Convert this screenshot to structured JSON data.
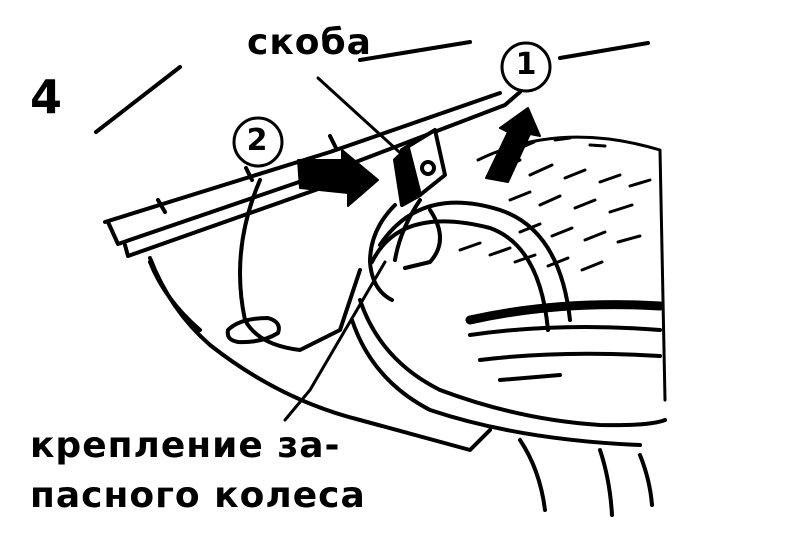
{
  "figure": {
    "number": "4",
    "labels": {
      "clip": "скоба",
      "spare_wheel_mount_line1": "крепление за-",
      "spare_wheel_mount_line2": "пасного колеса"
    },
    "steps": [
      "1",
      "2"
    ]
  },
  "colors": {
    "ink": "#000000",
    "paper": "#ffffff"
  }
}
